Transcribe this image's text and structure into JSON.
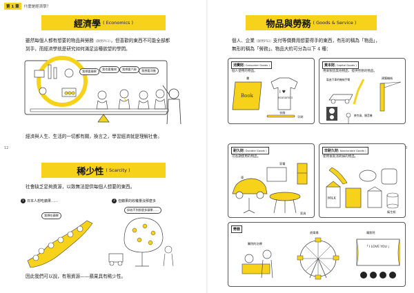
{
  "header": {
    "chapter": "第 1 章",
    "title": "什麼是經濟學？"
  },
  "page_numbers": {
    "left": "12",
    "right": "13"
  },
  "economics": {
    "title": "經濟學",
    "title_en": "( Economics )",
    "para1_a": "雖然每個人都有想要的物品與勞務",
    "para1_ref": "（詳見P13）",
    "para1_b": "，但喜歡的東西不可能全部都",
    "para1_c": "到手，而經濟學就是研究如何滿足這種欲望的學問。",
    "bubbles": [
      "我想要蘋果",
      "我也要電視",
      "我想要汽車",
      "我想要洋裝"
    ],
    "para2": "經濟與人生、生活的一切都有關，換言之，學習經濟就是理解社會。"
  },
  "scarcity": {
    "title": "稀少性",
    "title_en": "( Scarcity )",
    "intro": "社會缺乏足夠資源，以致無法提供每個人想要的東西。",
    "step1": "日本人想吃蘋果……",
    "step1_bubble": "我想吃蘋果",
    "step2": "但蘋果的收穫量沒那麼多",
    "step2_bubble": "採收不到那麼多蘋果……",
    "conclusion": "因此我們可以說，有限資源——蘋果具有稀少性。"
  },
  "goods": {
    "title": "物品與勞務",
    "title_en": "( Goods & Service )",
    "para_a": "個人、企業",
    "para_ref": "（詳見P52）",
    "para_b": "支付等價費用想要得手的東西，有形的稱為「物品」，",
    "para_c": "無形的稱為「勞務」。物品大約可分為以下 4 種：",
    "consumer": {
      "label": "消費財",
      "en": "( Consumer Goods )",
      "desc": "個人使用的物品。",
      "items": [
        "書",
        "衣服",
        "牙刷"
      ]
    },
    "capital": {
      "label": "資本財",
      "en": "( Capital Goods )",
      "desc": "用來製造其他物品、提供勞務的物品。",
      "items": [
        "製造汽車的機械手臂",
        "建築機械",
        "麥克風、擴音機"
      ]
    },
    "durable": {
      "label": "耐久財",
      "en": "( Durable Goods )",
      "desc": "可長期使用的物品。",
      "items": [
        "家電",
        "車",
        "家具"
      ]
    },
    "nondurable": {
      "label": "非耐久財",
      "en": "( Nondurable Goods )",
      "desc": "使用後就消耗掉的物品。",
      "items": [
        "衛生紙"
      ]
    },
    "service": {
      "label": "勞務",
      "items": [
        "醫院的治療",
        "遊樂場",
        "電影院"
      ]
    },
    "book_text": "Book",
    "shirt_text": "economics",
    "milk_text": "MILK",
    "screen_text": "「 I LOVE YOU 」"
  }
}
